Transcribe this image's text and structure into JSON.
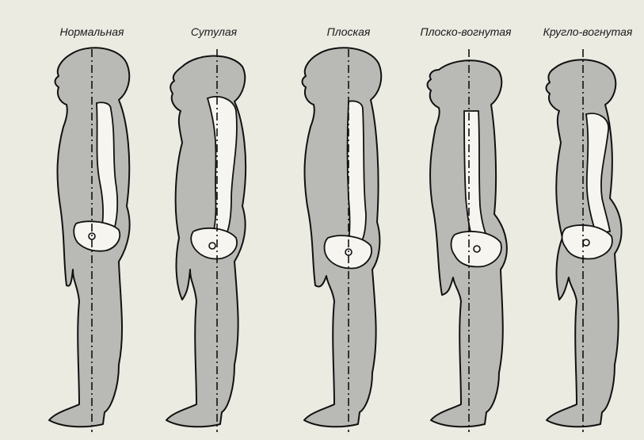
{
  "figures": [
    {
      "label": "Нормальная"
    },
    {
      "label": "Сутулая"
    },
    {
      "label": "Плоская"
    },
    {
      "label": "Плоско-вогнутая"
    },
    {
      "label": "Кругло-вогнутая"
    }
  ]
}
